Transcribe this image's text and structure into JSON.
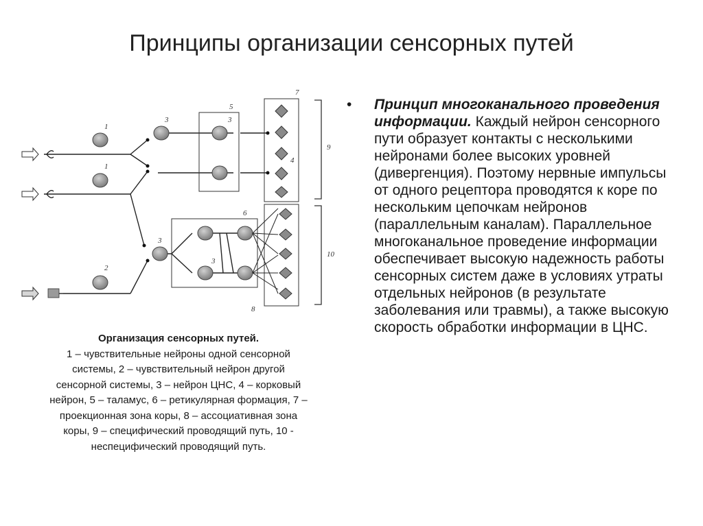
{
  "slide": {
    "title": "Принципы организации сенсорных путей"
  },
  "diagram": {
    "labels": {
      "n1a": "1",
      "n1b": "1",
      "n2": "2",
      "n3a": "3",
      "n3b": "3",
      "n3c": "3",
      "n3d": "3",
      "n4": "4",
      "n5": "5",
      "n6": "6",
      "n7": "7",
      "n8": "8",
      "n9": "9",
      "n10": "10"
    }
  },
  "caption": {
    "title": "Организация сенсорных путей.",
    "text": "1 – чувствительные нейроны одной сенсорной системы, 2 – чувствительный нейрон другой сенсорной системы, 3 – нейрон ЦНС, 4 – корковый нейрон, 5 – таламус, 6 – ретикулярная формация, 7 – проекционная зона коры, 8 – ассоциативная зона коры, 9 – специфический проводящий путь, 10 - неспецифический проводящий путь."
  },
  "bullet": {
    "marker": "•",
    "lead": "Принцип многоканального проведения информации.",
    "body": " Каждый нейрон сенсорного пути образует контакты с несколькими нейронами более высоких уровней (дивергенция). Поэтому нервные импульсы от одного рецептора проводятся к коре по нескольким цепочкам нейронов (параллельным каналам). Параллельное многоканальное проведение информации обеспечивает высокую надежность работы сенсорных систем даже в условиях утраты отдельных нейронов (в результате заболевания или травмы), а также высокую скорость обработки информации в ЦНС."
  },
  "colors": {
    "neuron_fill": "#9a9a9a",
    "line": "#222222",
    "background": "#ffffff"
  }
}
